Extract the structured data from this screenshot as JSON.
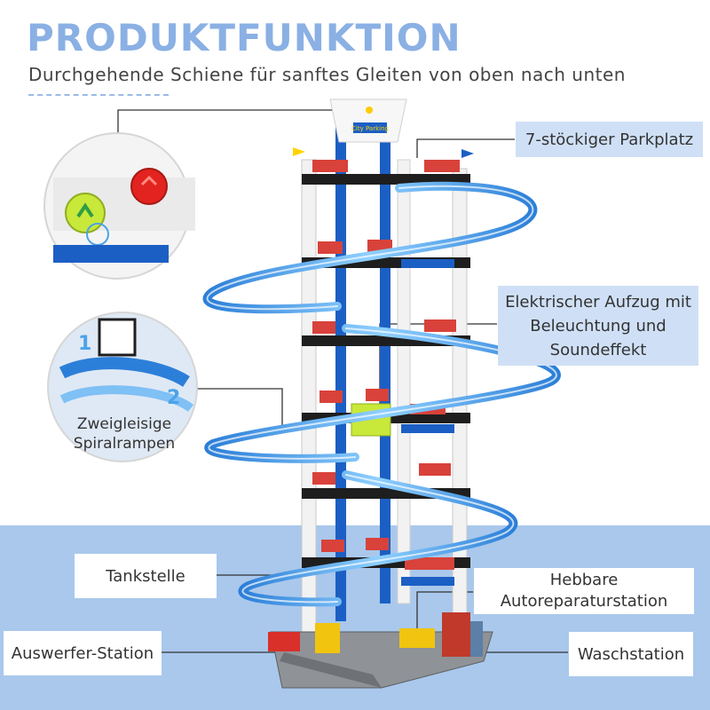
{
  "heading": {
    "title": "PRODUKTFUNKTION",
    "subtitle": "Durchgehende Schiene für sanftes Gleiten von oben nach unten"
  },
  "callouts": {
    "parking": "7-stöckiger Parkplatz",
    "elevator_line1": "Elektrischer Aufzug mit",
    "elevator_line2": "Beleuchtung und",
    "elevator_line3": "Soundeffekt",
    "spiral_line1": "Zweigleisige",
    "spiral_line2": "Spiralrampen",
    "gas": "Tankstelle",
    "repair_line1": "Hebbare",
    "repair_line2": "Autoreparaturstation",
    "ejector": "Auswerfer-Station",
    "wash": "Waschstation"
  },
  "sign_text": "City Parking",
  "colors": {
    "title": "#8ab0e4",
    "callout_blue": "#cfe0f6",
    "bottom_panel": "#a9c8ec",
    "pillar_blue": "#1c5fc4",
    "track_blue": "#3f8fe0",
    "floor_black": "#1e1e1e",
    "button_red": "#e3231f",
    "button_green": "#c8e83a"
  },
  "icons": [
    "green-button-icon",
    "red-button-icon",
    "touch-hand-icon",
    "number-1-icon",
    "number-2-icon"
  ]
}
